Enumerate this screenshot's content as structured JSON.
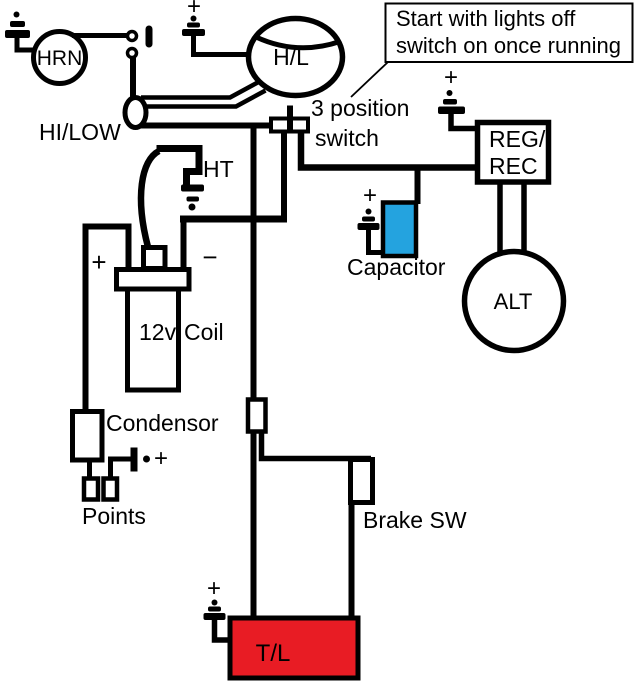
{
  "colors": {
    "line": "#000000",
    "background": "#ffffff",
    "capacitor_fill": "#24a3df",
    "tail_light_fill": "#e81c24"
  },
  "note_box": {
    "line1": "Start with lights off",
    "line2": "switch on once running"
  },
  "components": {
    "horn": {
      "label": "HRN"
    },
    "headlight": {
      "label": "H/L",
      "plus": "+"
    },
    "dip_switch": {
      "label": "HI/LOW"
    },
    "light_switch": {
      "line1": "3 position",
      "line2": "switch"
    },
    "ignition": {
      "ht": "HT",
      "volts": "12v",
      "coil": "Coil",
      "plus": "+",
      "minus": "−"
    },
    "condensor": {
      "label": "Condensor"
    },
    "points": {
      "label": "Points",
      "plus": "+"
    },
    "capacitor": {
      "label": "Capacitor",
      "plus": "+"
    },
    "reg_rec": {
      "line1": "REG/",
      "line2": "REC",
      "plus": "+"
    },
    "alternator": {
      "label": "ALT"
    },
    "brake_switch": {
      "label": "Brake SW"
    },
    "tail_light": {
      "label": "T/L",
      "plus": "+"
    }
  }
}
